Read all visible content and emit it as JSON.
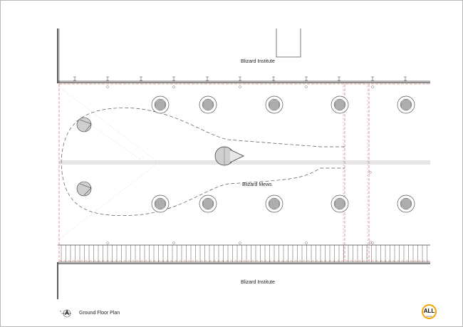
{
  "labels": {
    "top_building": "Blizard Institute",
    "mews": "Blizard Mews",
    "bottom_building": "Blizard Institute",
    "plan_title": "Ground Floor Plan"
  },
  "logo": {
    "text": "ALL",
    "subtext": "design",
    "color": "#f2a400"
  },
  "colors": {
    "line": "#444444",
    "boundary_red": "#d9534f",
    "dash": "#555555"
  },
  "icons": {
    "north_arrow": "north-arrow-icon",
    "tree": "tree-icon",
    "sculpture": "sculpture-icon"
  }
}
